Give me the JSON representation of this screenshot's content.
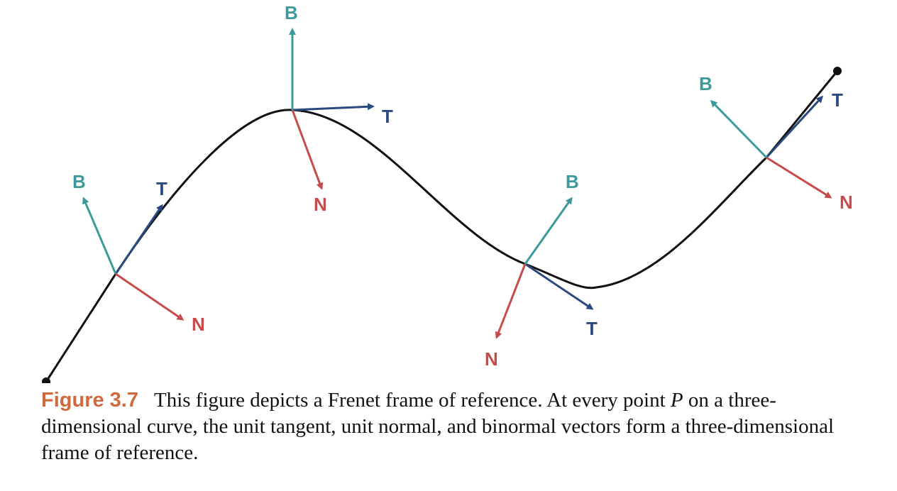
{
  "colors": {
    "curve": "#111111",
    "tangent": "#2a4a7f",
    "normal": "#c74b4b",
    "binormal": "#3d9a9a",
    "figure_number": "#cf6a3f"
  },
  "labels": {
    "tangent": "T",
    "normal": "N",
    "binormal": "B"
  },
  "caption": {
    "figure_number": "Figure 3.7",
    "text_before_point": "This figure depicts a Frenet frame of reference. At every point ",
    "point_symbol": "P",
    "text_after_point": " on a three-dimensional curve, the unit tangent, unit normal, and binormal vectors form a three-dimensional frame of reference."
  }
}
